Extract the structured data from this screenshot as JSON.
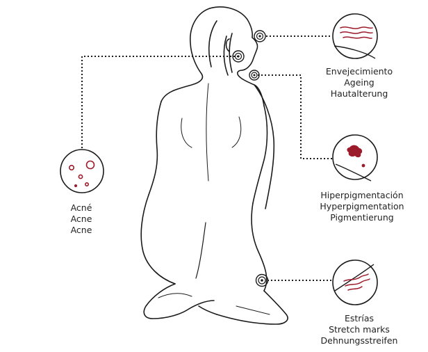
{
  "colors": {
    "line": "#1a1a1a",
    "accent": "#9b1b2a",
    "background": "#ffffff"
  },
  "callouts": {
    "acne": {
      "lines": [
        "Acné",
        "Acne",
        "Acne"
      ],
      "icon": "acne-spots-icon"
    },
    "ageing": {
      "lines": [
        "Envejecimiento",
        "Ageing",
        "Hautalterung"
      ],
      "icon": "wrinkles-icon"
    },
    "pigmentation": {
      "lines": [
        "Hiperpigmentación",
        "Hyperpigmentation",
        "Pigmentierung"
      ],
      "icon": "pigment-spot-icon"
    },
    "stretch": {
      "lines": [
        "Estrías",
        "Stretch marks",
        "Dehnungsstreifen"
      ],
      "icon": "stretch-marks-icon"
    }
  }
}
